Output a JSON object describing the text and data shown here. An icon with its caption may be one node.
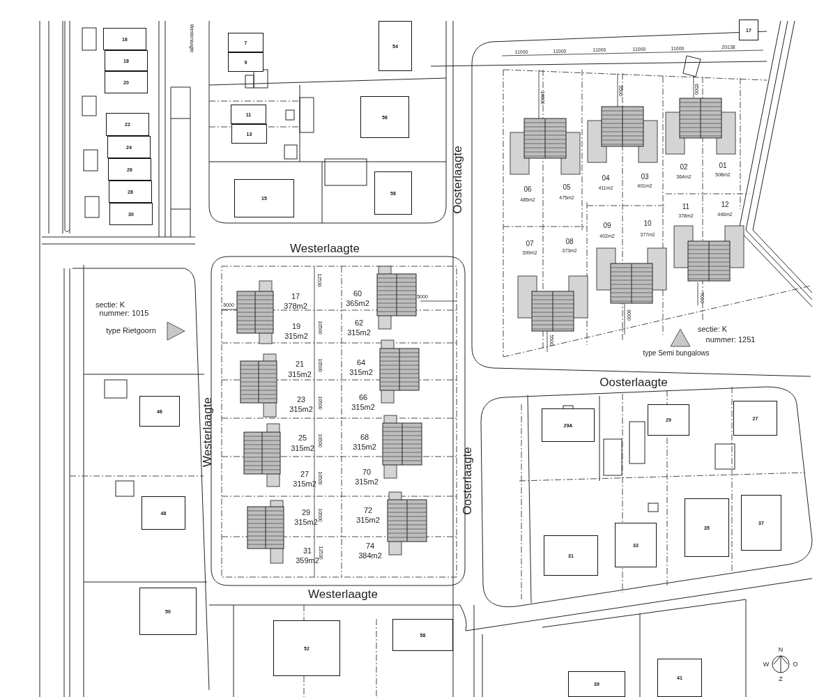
{
  "diagram": {
    "nodes": [
      {
        "text": [
          "16"
        ]
      },
      {
        "text": [
          "18"
        ]
      },
      {
        "text": [
          "20"
        ]
      },
      {
        "text": [
          "22"
        ]
      },
      {
        "text": [
          "24"
        ]
      },
      {
        "text": [
          "26"
        ]
      },
      {
        "text": [
          "28"
        ]
      },
      {
        "text": [
          "30"
        ]
      },
      {
        "text": [
          "7"
        ]
      },
      {
        "text": [
          "9"
        ]
      },
      {
        "text": [
          "11"
        ]
      },
      {
        "text": [
          "13"
        ]
      },
      {
        "text": [
          "15"
        ]
      },
      {
        "text": [
          "54"
        ]
      },
      {
        "text": [
          "56"
        ]
      },
      {
        "text": [
          "58"
        ]
      },
      {
        "text": [
          "17"
        ]
      },
      {
        "text": [
          "46"
        ]
      },
      {
        "text": [
          "48"
        ]
      },
      {
        "text": [
          "50"
        ]
      },
      {
        "text": [
          "52"
        ]
      },
      {
        "text": [
          "58"
        ]
      },
      {
        "text": [
          "29A"
        ]
      },
      {
        "text": [
          "29"
        ]
      },
      {
        "text": [
          "27"
        ]
      },
      {
        "text": [
          "31"
        ]
      },
      {
        "text": [
          "33"
        ]
      },
      {
        "text": [
          "35"
        ]
      },
      {
        "text": [
          "37"
        ]
      },
      {
        "text": [
          "39"
        ]
      },
      {
        "text": [
          "41"
        ]
      }
    ],
    "labels": [
      "Westerlaagte",
      "11000",
      "11000",
      "11000",
      "11000",
      "11000",
      "20138",
      "14000",
      "9500",
      "6500",
      "06",
      "485m2",
      "05",
      "475m2",
      "04",
      "411m2",
      "03",
      "401m2",
      "02",
      "364m2",
      "01",
      "508m2",
      "11",
      "378m2",
      "12",
      "446m2",
      "09",
      "402m2",
      "10",
      "377m2",
      "07",
      "399m2",
      "08",
      "373m2",
      "Oosterlaagte",
      "Westerlaagte",
      "12530",
      "17",
      "378m2",
      "60",
      "365m2",
      "5000",
      "5000",
      "sectie: K",
      "nummer: 1015",
      "type Rietgoorn",
      "19",
      "315m2",
      "10500",
      "62",
      "315m2",
      "21",
      "315m2",
      "10500",
      "64",
      "315m2",
      "23",
      "315m2",
      "10500",
      "66",
      "315m2",
      "25",
      "315m2",
      "10500",
      "68",
      "315m2",
      "27",
      "315m2",
      "10500",
      "70",
      "315m2",
      "29",
      "315m2",
      "10500",
      "72",
      "315m2",
      "31",
      "359m2",
      "12530",
      "74",
      "384m2",
      "Westerlaagte",
      "7000",
      "8000",
      "5500",
      "sectie: K",
      "nummer: 1251",
      "type Semi bungalows",
      "Oosterlaagte",
      "Oosterlaagte",
      "Westerlaagte",
      "N",
      "W",
      "O",
      "Z"
    ]
  }
}
